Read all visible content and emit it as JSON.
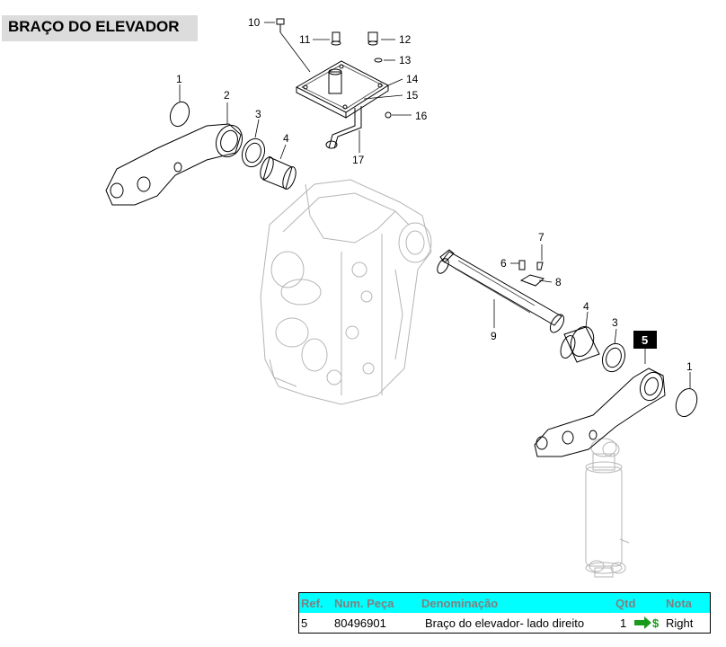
{
  "title": "BRAÇO DO ELEVADOR",
  "callouts": [
    "1",
    "2",
    "3",
    "4",
    "10",
    "11",
    "12",
    "13",
    "14",
    "15",
    "16",
    "17",
    "7",
    "6",
    "8",
    "9",
    "4",
    "3",
    "5",
    "1"
  ],
  "highlighted_ref": "5",
  "table": {
    "headers": {
      "ref": "Ref.",
      "part_number": "Num. Peça",
      "description": "Denominação",
      "qty": "Qtd",
      "note": "Nota"
    },
    "row": {
      "ref": "5",
      "part_number": "80496901",
      "description": "Braço do elevador- lado direito",
      "qty": "1",
      "note": "Right"
    },
    "arrow_icon": "green-arrow-dollar-icon",
    "colors": {
      "header_bg": "#00ffff",
      "header_text": "#808080",
      "arrow": "#1a9a1a"
    }
  }
}
